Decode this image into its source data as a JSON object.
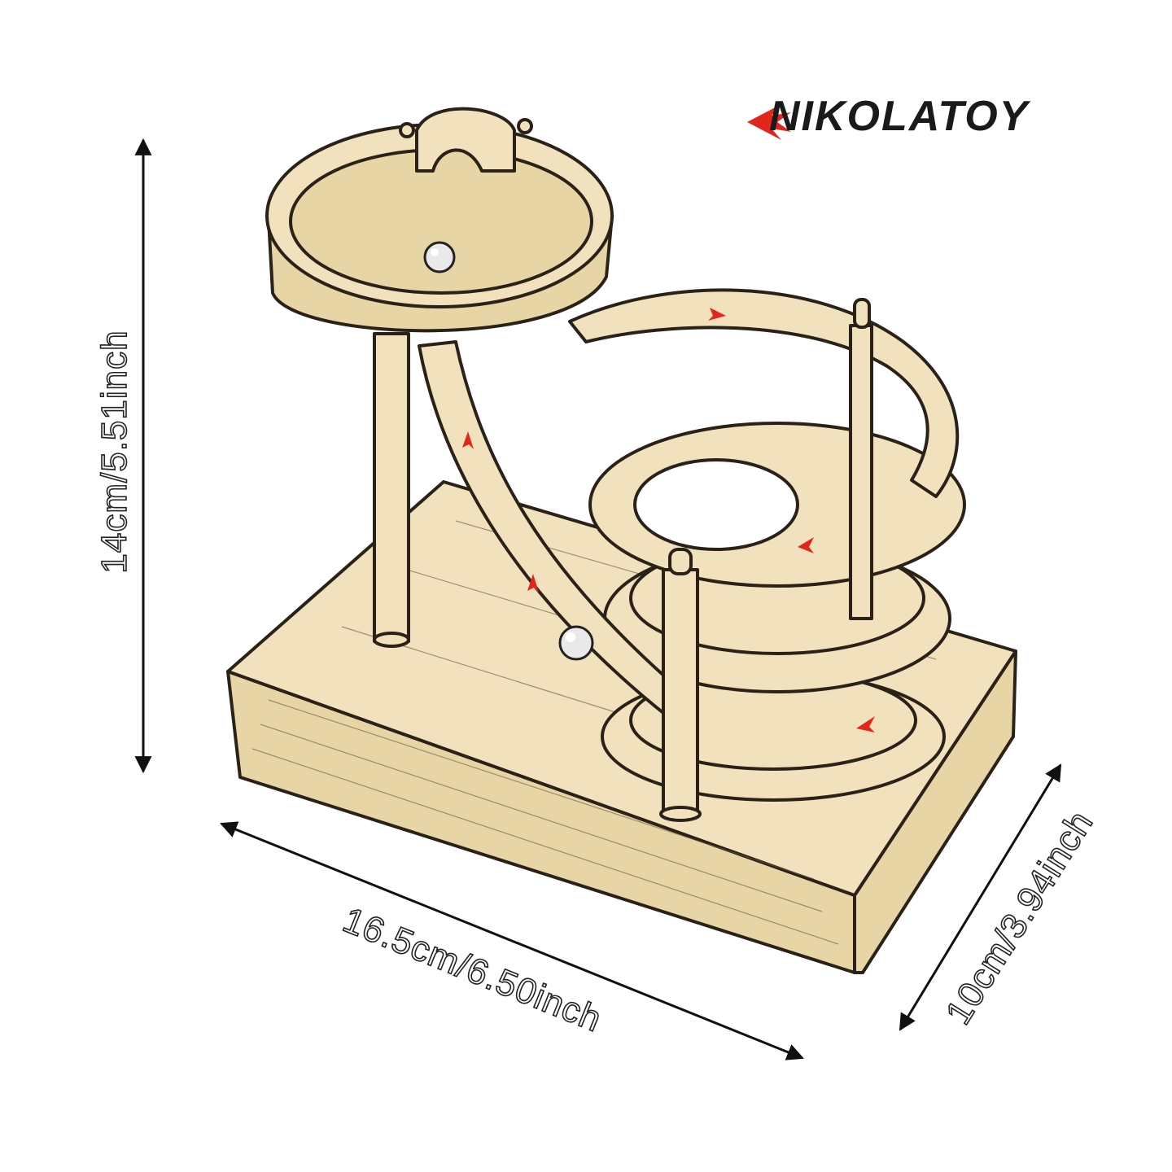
{
  "brand": {
    "name": "NIKOLATOY",
    "accent_color": "#e3261d"
  },
  "dimensions": {
    "height": "14cm/5.51inch",
    "length": "16.5cm/6.50inch",
    "width": "10cm/3.94inch"
  }
}
